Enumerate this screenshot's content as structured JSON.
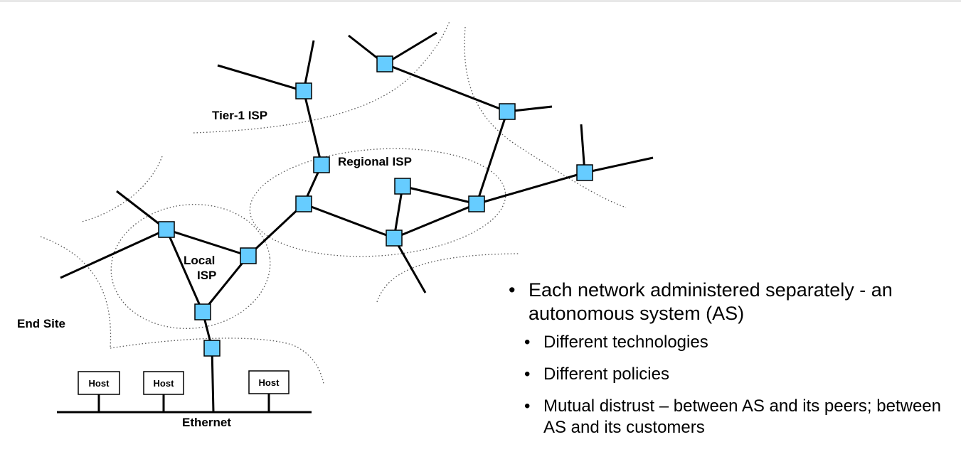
{
  "diagram": {
    "labels": {
      "tier1": "Tier-1 ISP",
      "regional": "Regional ISP",
      "local_line1": "Local",
      "local_line2": "ISP",
      "end_site": "End Site",
      "ethernet": "Ethernet"
    },
    "hosts": [
      "Host",
      "Host",
      "Host"
    ],
    "colors": {
      "router_fill": "#66ccff",
      "line": "#000000"
    }
  },
  "bullets": {
    "main": "Each network administered separately - an autonomous system (AS)",
    "sub": [
      "Different technologies",
      "Different policies",
      "Mutual distrust – between AS and its peers; between AS and its customers"
    ]
  }
}
